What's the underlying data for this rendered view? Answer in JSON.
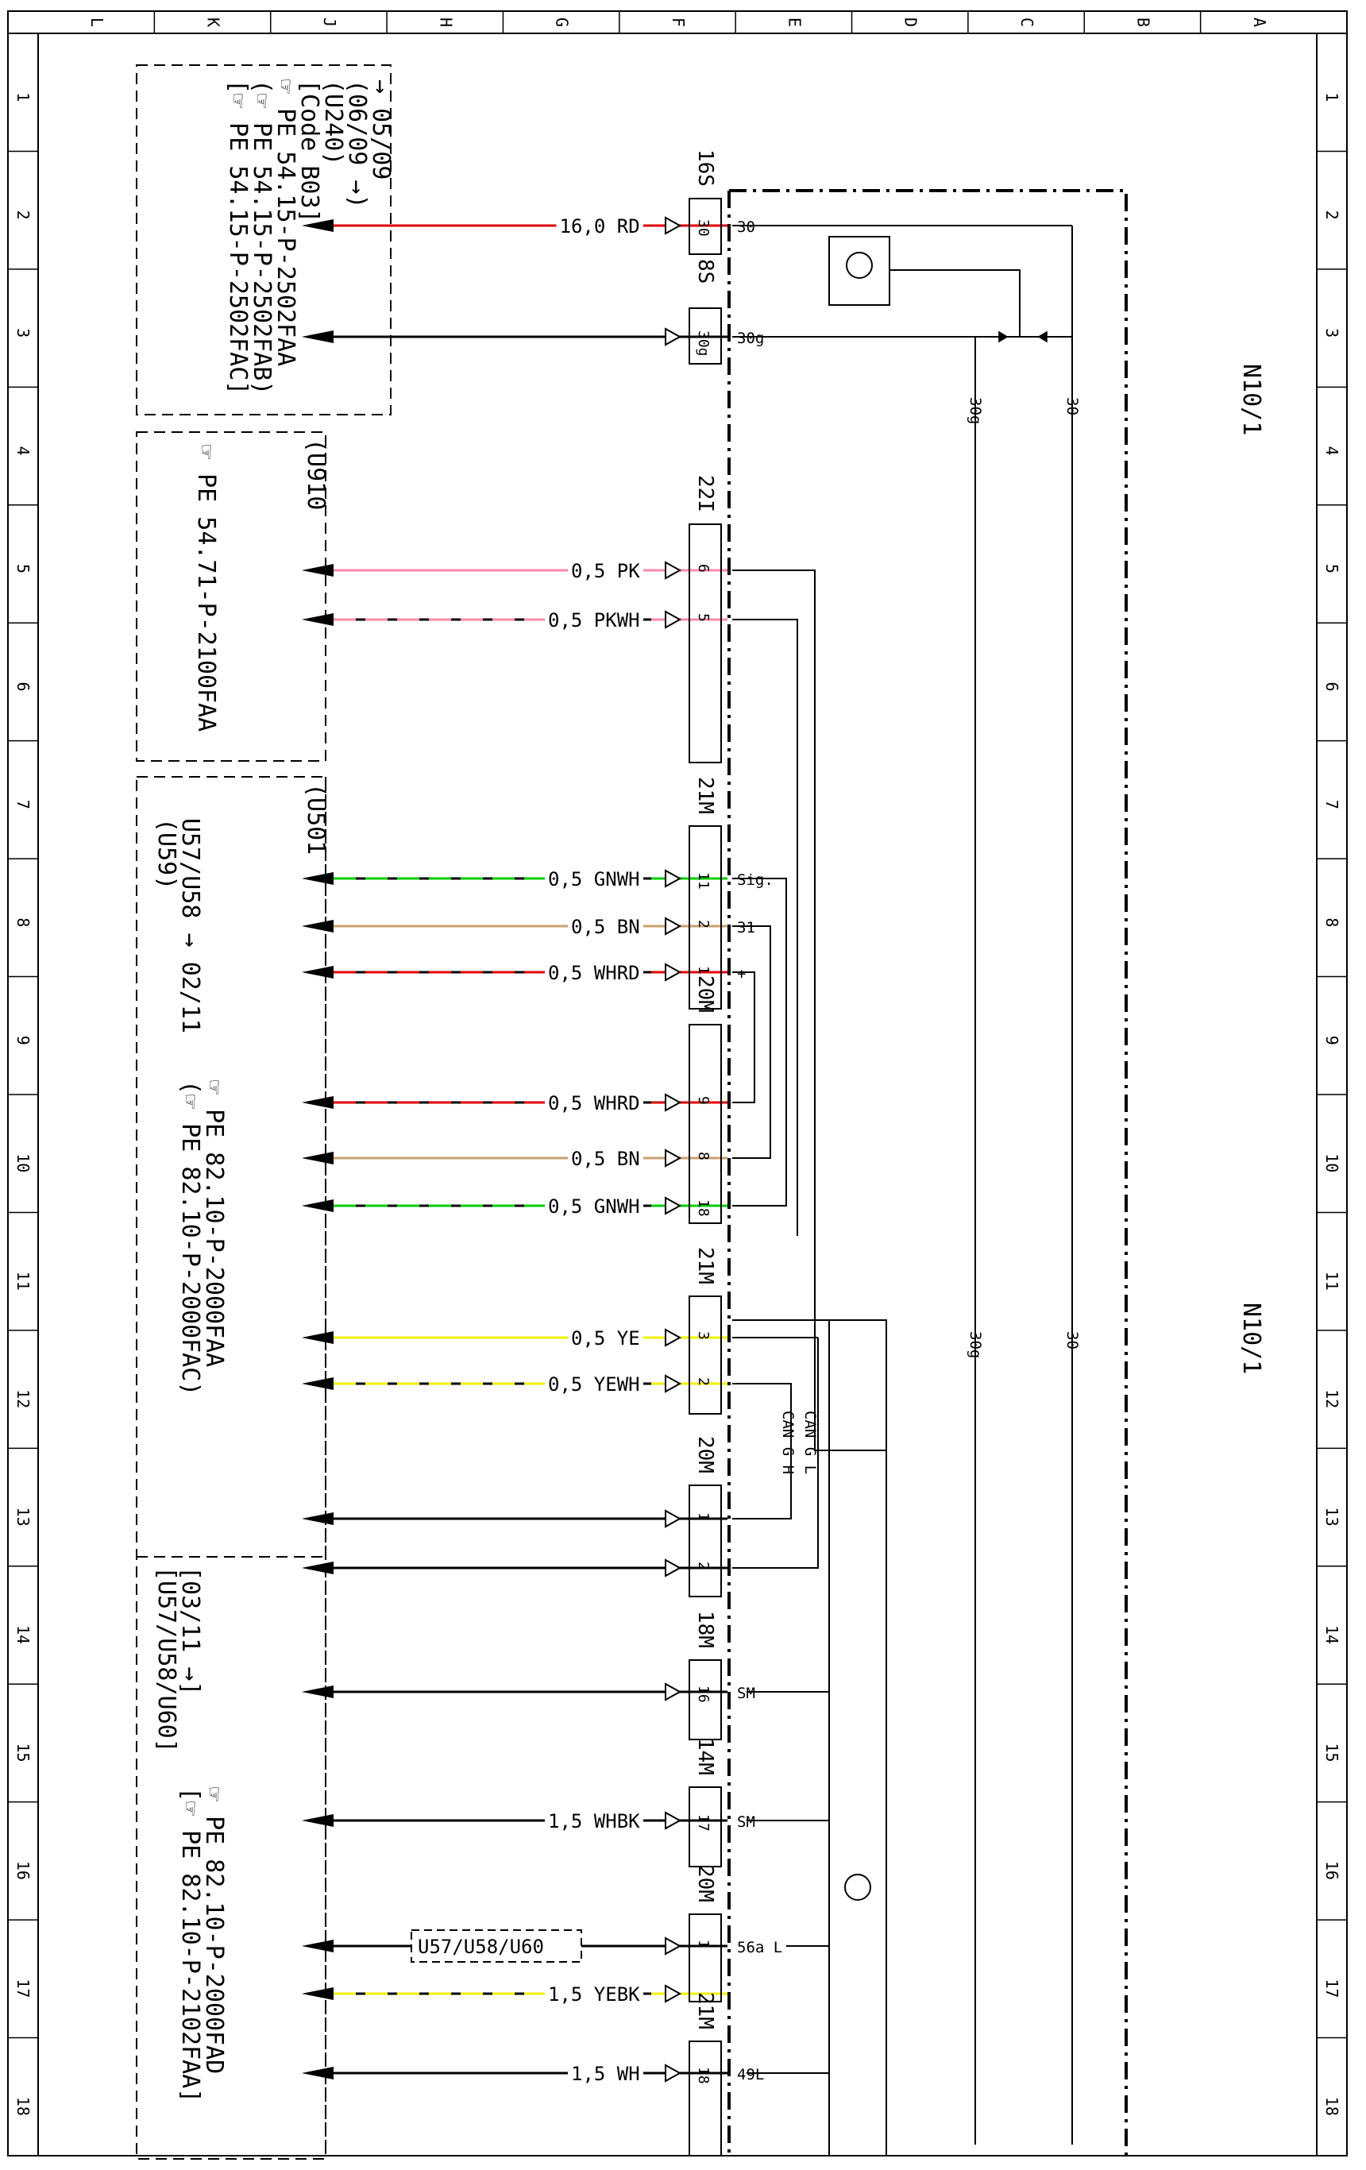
{
  "border": {
    "top_letters": [
      "L",
      "K",
      "J",
      "H",
      "G",
      "F",
      "E",
      "D",
      "C",
      "B",
      "A"
    ],
    "side_numbers": [
      "1",
      "2",
      "3",
      "4",
      "5",
      "6",
      "7",
      "8",
      "9",
      "10",
      "11",
      "12",
      "13",
      "14",
      "15",
      "16",
      "17",
      "18"
    ]
  },
  "component": {
    "top_label": "N10/1",
    "bottom_label": "N10/1"
  },
  "references": {
    "box1": [
      "→ 05/09",
      "(06/09 →)",
      "(U240)",
      "[Code B03]",
      "☞ PE 54.15-P-2502FAA",
      "(☞ PE 54.15-P-2502FAB)",
      "[☞ PE 54.15-P-2502FAC]"
    ],
    "box2": [
      "(U910",
      "☞ PE 54.71-P-2100FAA"
    ],
    "box3": [
      "(U501",
      "U57/U58 → 02/11",
      "(U59)",
      "☞ PE 82.10-P-2000FAA",
      "(☞ PE 82.10-P-2000FAC)"
    ],
    "box4": [
      "[03/11 →]",
      "[U57/U58/U60]",
      "☞ PE 82.10-P-2000FAD",
      "[☞ PE 82.10-P-2102FAA]"
    ],
    "inline_box": "U57/U58/U60"
  },
  "connectors": [
    "16S",
    "8S",
    "22I",
    "21M",
    "20M",
    "21M",
    "20M",
    "18M",
    "14M",
    "20M",
    "21M"
  ],
  "wires": [
    {
      "label": "16,0 RD",
      "pin": "30",
      "color": "#e00000"
    },
    {
      "label": "",
      "pin": "30g",
      "color": "#000000"
    },
    {
      "label": "0,5 PK",
      "pin": "6",
      "color": "#ff88aa"
    },
    {
      "label": "0,5 PKWH",
      "pin": "5",
      "color": "#ff88aa"
    },
    {
      "label": "0,5 GNWH",
      "pin": "11",
      "color": "#00cc00"
    },
    {
      "label": "0,5 BN",
      "pin": "2",
      "color": "#c8a070"
    },
    {
      "label": "0,5 WHRD",
      "pin": "1",
      "color": "#e00000"
    },
    {
      "label": "0,5 WHRD",
      "pin": "9",
      "color": "#e00000"
    },
    {
      "label": "0,5 BN",
      "pin": "8",
      "color": "#c8a070"
    },
    {
      "label": "0,5 GNWH",
      "pin": "18",
      "color": "#00cc00"
    },
    {
      "label": "0,5 YE",
      "pin": "3",
      "color": "#f0f000"
    },
    {
      "label": "0,5 YEWH",
      "pin": "2",
      "color": "#f0f000"
    },
    {
      "label": "",
      "pin": "1",
      "color": "#000000"
    },
    {
      "label": "",
      "pin": "2",
      "color": "#000000"
    },
    {
      "label": "",
      "pin": "16",
      "color": "#000000"
    },
    {
      "label": "1,5 WHBK",
      "pin": "17",
      "color": "#000000"
    },
    {
      "label": "",
      "pin": "1",
      "color": "#000000"
    },
    {
      "label": "1,5 YEBK",
      "pin": "",
      "color": "#f0f000"
    },
    {
      "label": "1,5 WH",
      "pin": "18",
      "color": "#000000"
    }
  ],
  "internal_labels": [
    "30",
    "30g",
    "Sig.",
    "31",
    "+",
    "CAN G L",
    "CAN G H",
    "SM",
    "SM",
    "56a L",
    "49L"
  ],
  "rails": [
    "30g",
    "30",
    "30g",
    "30"
  ]
}
